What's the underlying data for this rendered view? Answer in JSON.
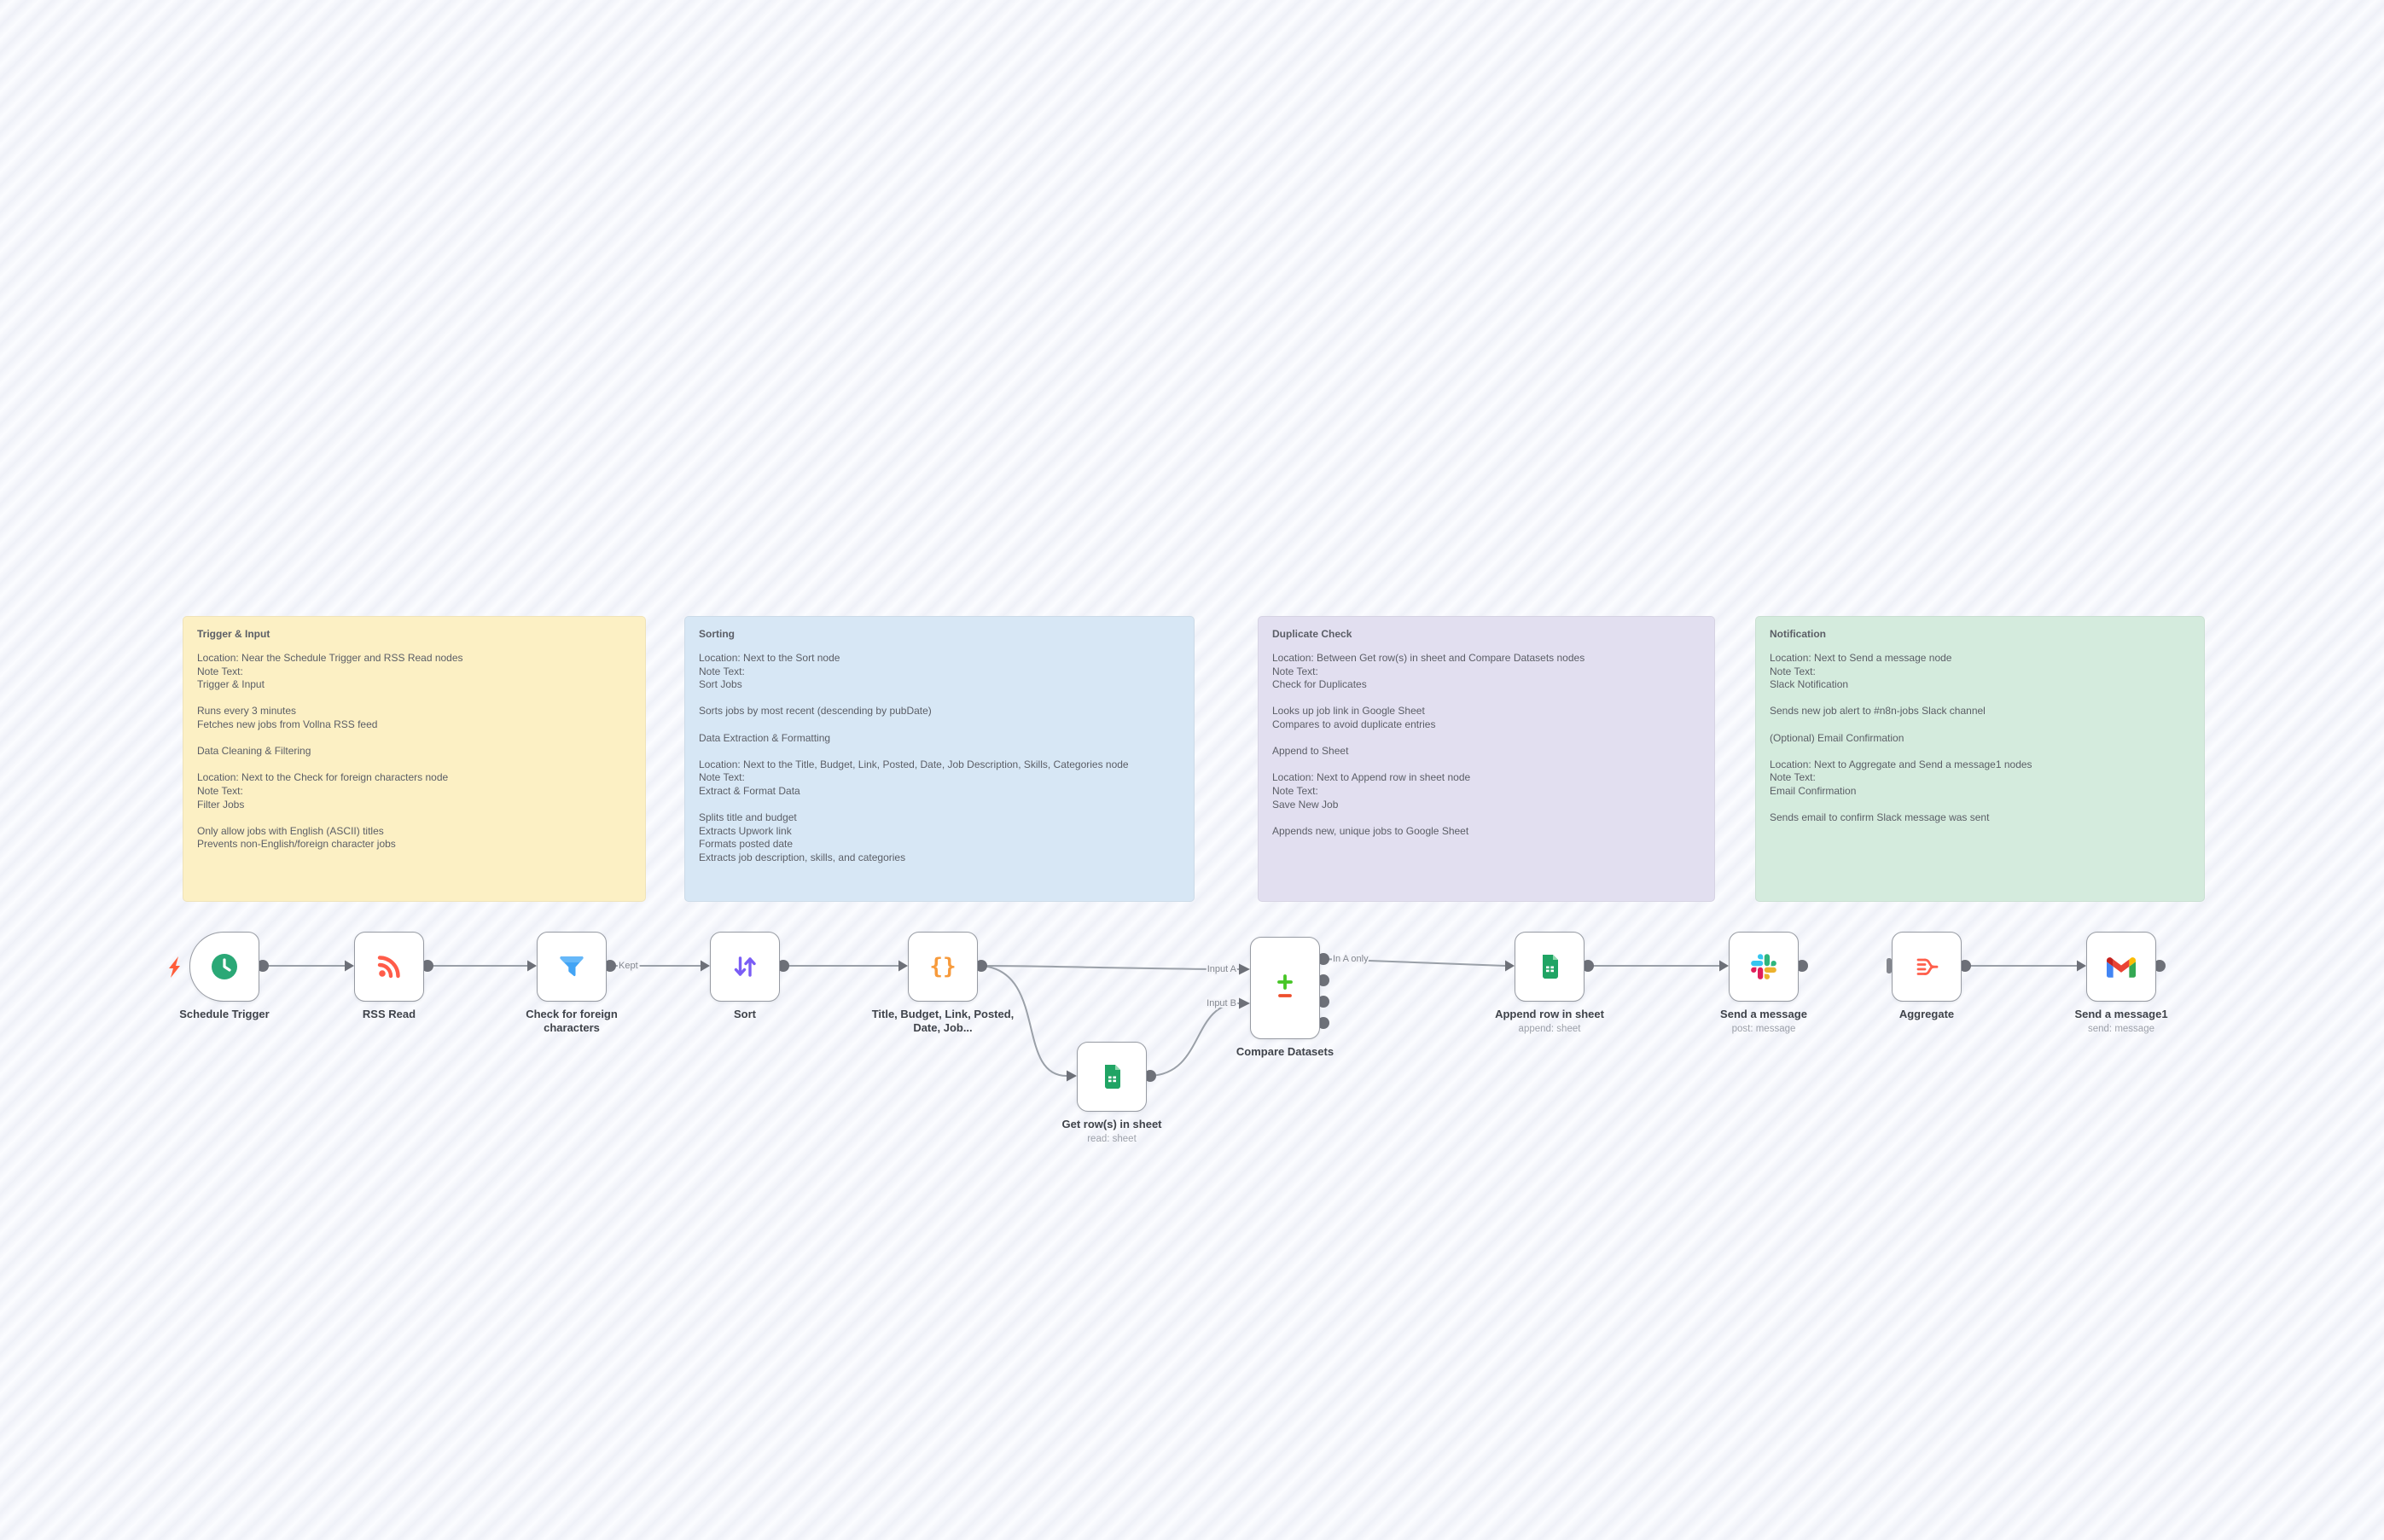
{
  "canvas": {
    "stripe_light": "#fbfcff",
    "stripe_dark": "#eff1f8",
    "wire_color": "#9aa0a8",
    "port_color": "#6d7078"
  },
  "port_labels": {
    "kept": "Kept",
    "input_a": "Input A",
    "input_b": "Input B",
    "in_a_only": "In A only"
  },
  "notes": [
    {
      "title": "Trigger & Input",
      "color": "#fcf0c4",
      "body": "Location: Near the Schedule Trigger and RSS Read nodes\nNote Text:\nTrigger & Input\n\nRuns every 3 minutes\nFetches new jobs from Vollna RSS feed\n\nData Cleaning & Filtering\n\nLocation: Next to the Check for foreign characters node\nNote Text:\nFilter Jobs\n\nOnly allow jobs with English (ASCII) titles\nPrevents non-English/foreign character jobs"
    },
    {
      "title": "Sorting",
      "color": "#d7e7f5",
      "body": "Location: Next to the Sort node\nNote Text:\nSort Jobs\n\nSorts jobs by most recent (descending by pubDate)\n\nData Extraction & Formatting\n\nLocation: Next to the Title, Budget, Link, Posted, Date, Job Description, Skills, Categories node\nNote Text:\nExtract & Format Data\n\nSplits title and budget\nExtracts Upwork link\nFormats posted date\nExtracts job description, skills, and categories"
    },
    {
      "title": "Duplicate Check",
      "color": "#e2dff0",
      "body": "Location: Between Get row(s) in sheet and Compare Datasets nodes\nNote Text:\nCheck for Duplicates\n\nLooks up job link in Google Sheet\nCompares to avoid duplicate entries\n\nAppend to Sheet\n\nLocation: Next to Append row in sheet node\nNote Text:\nSave New Job\n\nAppends new, unique jobs to Google Sheet"
    },
    {
      "title": "Notification",
      "color": "#d4ebdd",
      "body": "Location: Next to Send a message node\nNote Text:\nSlack Notification\n\nSends new job alert to #n8n-jobs Slack channel\n\n(Optional) Email Confirmation\n\nLocation: Next to Aggregate and Send a message1 nodes\nNote Text:\nEmail Confirmation\n\nSends email to confirm Slack message was sent"
    }
  ],
  "nodes": [
    {
      "label": "Schedule Trigger",
      "subtitle": "",
      "icon": "clock-icon"
    },
    {
      "label": "RSS Read",
      "subtitle": "",
      "icon": "rss-icon"
    },
    {
      "label": "Check for foreign characters",
      "subtitle": "",
      "icon": "filter-funnel-icon"
    },
    {
      "label": "Sort",
      "subtitle": "",
      "icon": "sort-arrows-icon"
    },
    {
      "label": "Title, Budget, Link, Posted, Date, Job...",
      "subtitle": "",
      "icon": "code-braces-icon"
    },
    {
      "label": "Get row(s) in sheet",
      "subtitle": "read: sheet",
      "icon": "google-sheets-icon"
    },
    {
      "label": "Compare Datasets",
      "subtitle": "",
      "icon": "compare-plus-minus-icon"
    },
    {
      "label": "Append row in sheet",
      "subtitle": "append: sheet",
      "icon": "google-sheets-icon"
    },
    {
      "label": "Send a message",
      "subtitle": "post: message",
      "icon": "slack-icon"
    },
    {
      "label": "Aggregate",
      "subtitle": "",
      "icon": "aggregate-icon"
    },
    {
      "label": "Send a message1",
      "subtitle": "send: message",
      "icon": "gmail-icon"
    }
  ]
}
